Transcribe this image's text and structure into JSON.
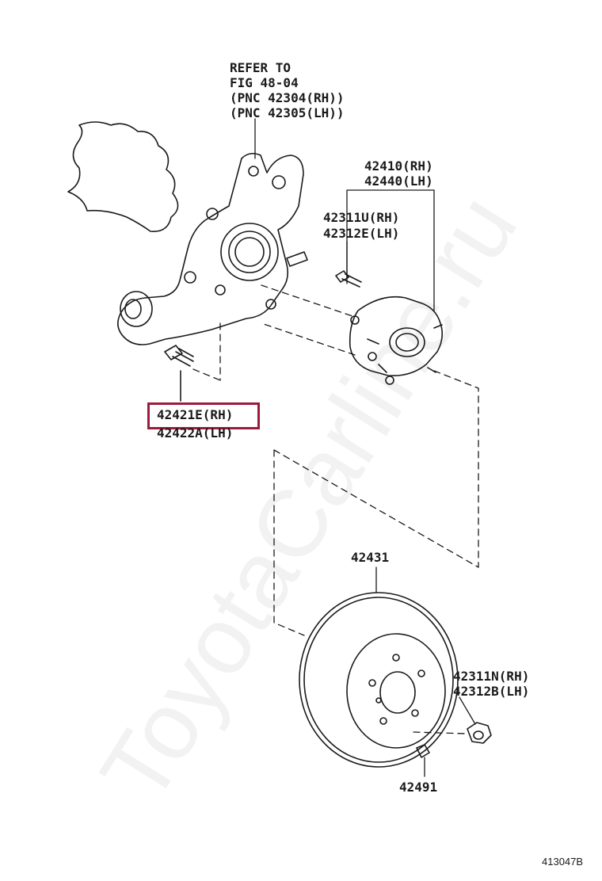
{
  "refer": {
    "line1": "REFER TO",
    "line2": "FIG 48-04",
    "line3": "(PNC 42304(RH))",
    "line4": "(PNC 42305(LH))"
  },
  "parts": {
    "hub_rh": "42410(RH)",
    "hub_lh": "42440(LH)",
    "bolt_rh": "42311U(RH)",
    "bolt_lh": "42312E(LH)",
    "knuckle_bolt_rh": "42421E(RH)",
    "knuckle_bolt_lh": "42422A(LH)",
    "disc": "42431",
    "nut_rh": "42311N(RH)",
    "nut_lh": "42312B(LH)",
    "screw": "42491"
  },
  "figure_number": "413047B",
  "watermark": "ToyotaCarline.ru",
  "colors": {
    "highlight": "#9b1b3a",
    "ink": "#1a1a1a"
  }
}
